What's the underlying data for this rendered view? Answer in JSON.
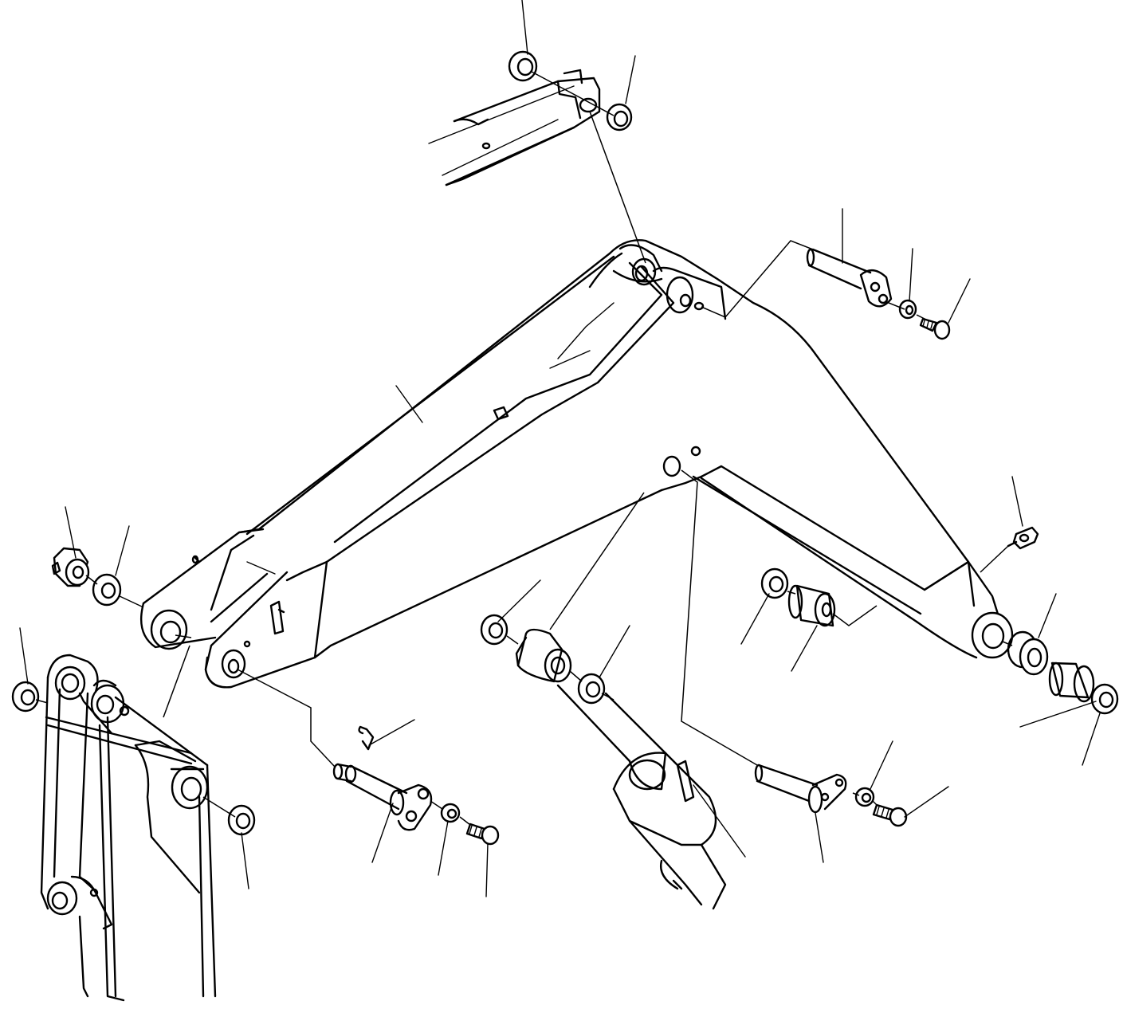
{
  "diagram": {
    "type": "exploded parts view",
    "colors": {
      "line": "#000000",
      "background": "#ffffff"
    },
    "part_groups": [
      "arm",
      "boom-top-washers",
      "arm-top-pin-set",
      "arm-cylinder-pin-set",
      "bucket-pivot-pin-set",
      "bucket-cylinder-bushing-set",
      "boom-cylinder-pin-set",
      "grease-fitting",
      "cotter-pin"
    ]
  }
}
